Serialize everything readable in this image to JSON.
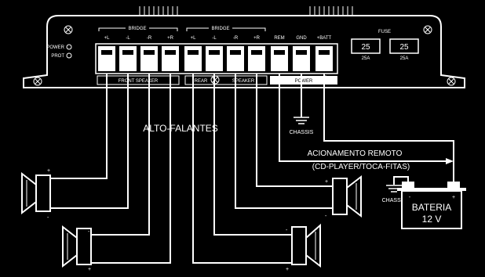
{
  "amplifier": {
    "indicators": {
      "power": "POWER",
      "prot": "PROT"
    },
    "bridge_front": "BRIDGE",
    "bridge_rear": "BRIDGE",
    "terminals": [
      "+L",
      "-L",
      "-R",
      "+R",
      "+L",
      "-L",
      "-R",
      "+R",
      "REM",
      "GND",
      "+BATT"
    ],
    "fuse": {
      "title": "FUSE",
      "values": [
        "25",
        "25"
      ],
      "ratings": [
        "25A",
        "25A"
      ]
    },
    "groups": {
      "front": "FRONT SPEAKER",
      "rear_a": "REAR",
      "rear_b": "SPEAKER",
      "power": "POWER"
    }
  },
  "labels": {
    "speakers": "ALTO-FALANTES",
    "chassis_1": "CHASSIS",
    "chassis_2": "CHASSIS",
    "remote_1": "ACIONAMENTO REMOTO",
    "remote_2": "(CD-PLAYER/TOCA-FITAS)",
    "battery_1": "BATERIA",
    "battery_2": "12 V"
  },
  "polarity": {
    "plus": "+",
    "minus": "-"
  },
  "colors": {
    "background": "#000000",
    "foreground": "#ffffff"
  }
}
